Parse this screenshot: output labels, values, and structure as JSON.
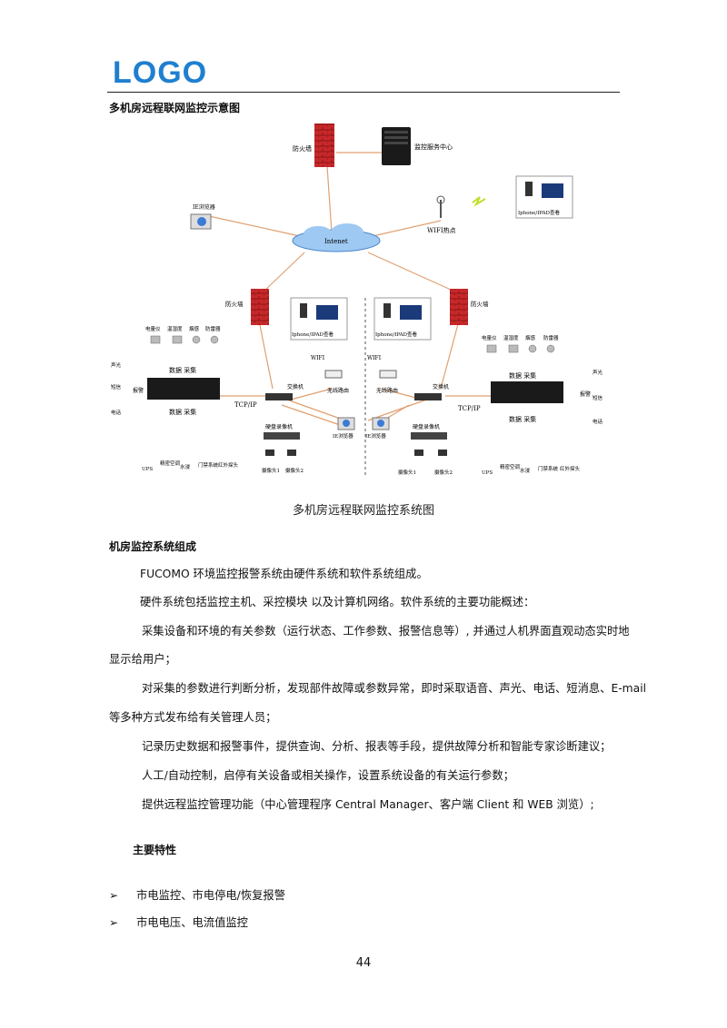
{
  "header": {
    "logo": "LOGO",
    "section_title": "多机房远程联网监控示意图"
  },
  "diagram": {
    "labels": {
      "firewall_top": "防火墙",
      "monitor_center": "监控服务中心",
      "ie_browser_top": "IE浏览器",
      "wifi_hotspot": "WIFI热点",
      "phone_view_top": "Iphone/IPAD查看",
      "internet": "Intenet",
      "firewall_left": "防火墙",
      "firewall_right": "防火墙",
      "phone_view_left": "Iphone/IPAD查看",
      "phone_view_right": "Iphone/IPAD查看",
      "wifi_left": "WIFI",
      "wifi_right": "WIFI",
      "switch_left": "交换机",
      "switch_right": "交换机",
      "router_left": "无线路由",
      "router_right": "无线路由",
      "tcpip_left": "TCP/IP",
      "tcpip_right": "TCP/IP",
      "dvr_left": "硬盘录像机",
      "dvr_right": "硬盘录像机",
      "ie_left": "IE浏览器",
      "ie_right": "IE浏览器",
      "cam1_left": "摄像头1",
      "cam2_left": "摄像头2",
      "cam1_right": "摄像头1",
      "cam2_right": "摄像头2",
      "data_collect_top_left": "数据  采集",
      "data_collect_bottom_left": "数据  采集",
      "data_collect_top_right": "数据  采集",
      "data_collect_bottom_right": "数据  采集",
      "alarm_left": "报警",
      "alarm_right": "报警",
      "sensors_left": [
        "电量仪",
        "温湿度",
        "烟感",
        "防雷器"
      ],
      "sensors_right": [
        "电量仪",
        "温湿度",
        "烟感",
        "防雷器"
      ],
      "alarm_devices_left": [
        "声光",
        "短信",
        "电话"
      ],
      "alarm_devices_right": [
        "声光",
        "短信",
        "电话"
      ],
      "bottom_devices_left": [
        "UPS",
        "精密空调",
        "水浸",
        "门禁系统",
        "红外探头"
      ],
      "bottom_devices_right": [
        "UPS",
        "精密空调",
        "水浸",
        "门禁系统",
        "红外探头"
      ]
    },
    "caption": "多机房远程联网监控系统图"
  },
  "section2": {
    "title": "机房监控系统组成",
    "p1": "FUCOMO 环境监控报警系统由硬件系统和软件系统组成。",
    "p2": "硬件系统包括监控主机、采控模块 以及计算机网络。软件系统的主要功能概述：",
    "p3a": "采集设备和环境的有关参数（运行状态、工作参数、报警信息等）, 并通过人机界面直观动态实时地",
    "p3b": "显示给用户；",
    "p4a": "对采集的参数进行判断分析，发现部件故障或参数异常，即时采取语音、声光、电话、短消息、E-mail",
    "p4b": "等多种方式发布给有关管理人员；",
    "p5": "记录历史数据和报警事件，提供查询、分析、报表等手段，提供故障分析和智能专家诊断建议；",
    "p6": "人工/自动控制，启停有关设备或相关操作，设置系统设备的有关运行参数；",
    "p7": "提供远程监控管理功能（中心管理程序 Central Manager、客户端 Client 和 WEB 浏览）;"
  },
  "features": {
    "title": "主要特性",
    "bullet_mark": "➢",
    "items": [
      "市电监控、市电停电/恢复报警",
      "市电电压、电流值监控"
    ]
  },
  "footer": {
    "page_number": "44"
  },
  "colors": {
    "logo": "#1f7fd0",
    "link_line": "#e0a070",
    "firewall": "#c8282a",
    "cloud": "#9ec9f2"
  }
}
